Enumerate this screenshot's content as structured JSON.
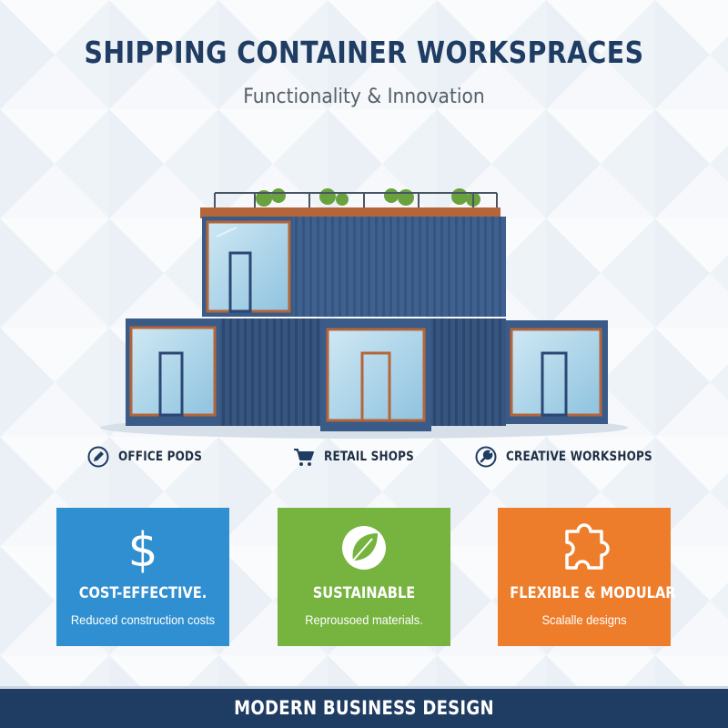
{
  "header": {
    "title": "SHIPPING CONTAINER WORKSPRACES",
    "subtitle": "Functionality & Innovation"
  },
  "illustration": {
    "description_icon": "stacked-containers-illustration",
    "container_color": "#3e5f8f",
    "frame_color": "#b4663a",
    "greenery_color": "#6aa13f"
  },
  "uses": [
    {
      "label": "OFFICE PODS",
      "icon": "pencil-icon"
    },
    {
      "label": "RETAIL SHOPS",
      "icon": "shopping-cart-icon"
    },
    {
      "label": "CREATIVE WORKSHOPS",
      "icon": "wrench-icon"
    }
  ],
  "benefits": [
    {
      "title": "COST-EFFECTIVE.",
      "desc": "Reduced construction costs",
      "icon": "dollar-icon",
      "color": "#2f8fd0"
    },
    {
      "title": "SUSTAINABLE",
      "desc": "Reprousoed materials.",
      "icon": "leaf-icon",
      "color": "#76b33f"
    },
    {
      "title": "FLEXIBLE & MODULAR",
      "desc": "Scalalle designs",
      "icon": "puzzle-icon",
      "color": "#ee7d2b"
    }
  ],
  "footer": {
    "text": "MODERN BUSINESS DESIGN",
    "color": "#1f3c63"
  }
}
